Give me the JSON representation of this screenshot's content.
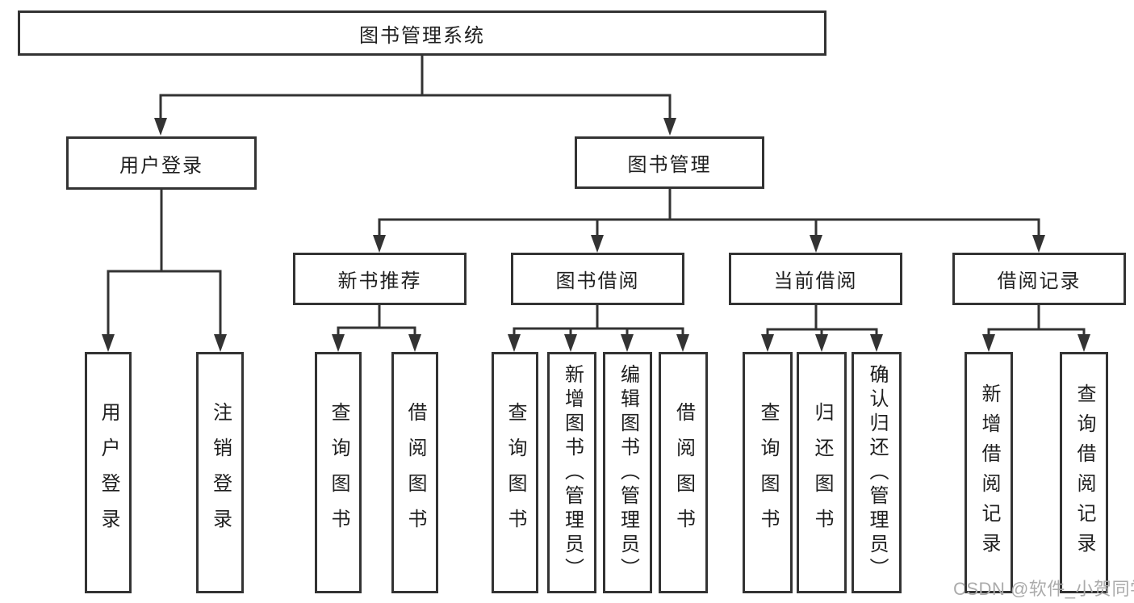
{
  "nodes": {
    "root": {
      "label": "图书管理系统"
    },
    "user_login": {
      "label": "用户登录",
      "leaves": [
        "用户登录",
        "注销登录"
      ]
    },
    "book_mgmt": {
      "label": "图书管理"
    },
    "new_books": {
      "label": "新书推荐",
      "leaves": [
        "查询图书",
        "借阅图书"
      ]
    },
    "book_borrow": {
      "label": "图书借阅",
      "leaves": [
        "查询图书",
        "新增图书（管理员）",
        "编辑图书（管理员）",
        "借阅图书"
      ]
    },
    "current_borrow": {
      "label": "当前借阅",
      "leaves": [
        "查询图书",
        "归还图书",
        "确认归还（管理员）"
      ]
    },
    "borrow_records": {
      "label": "借阅记录",
      "leaves": [
        "新增借阅记录",
        "查询借阅记录"
      ]
    }
  },
  "watermark": "CSDN @软件_小贺同学",
  "colors": {
    "line": "#333333",
    "text": "#1f1f1f",
    "watermark": "#ababab",
    "background": "#ffffff"
  }
}
